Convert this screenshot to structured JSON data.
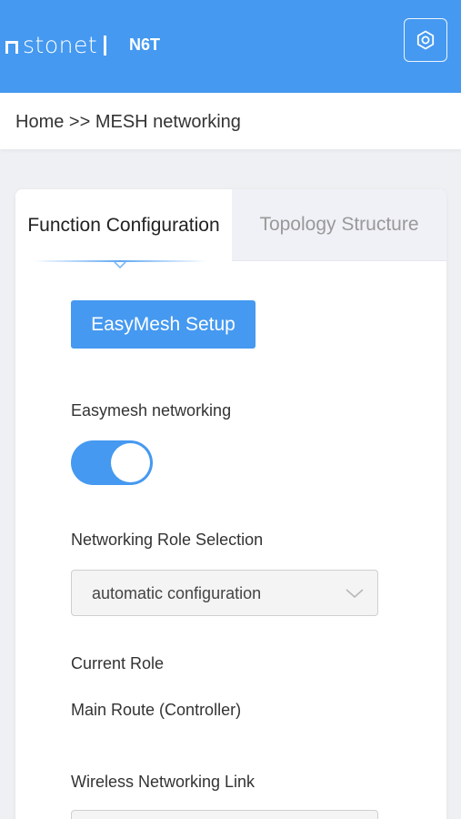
{
  "header": {
    "brand": "stonet",
    "model": "N6T",
    "settings_icon": "gear-icon"
  },
  "breadcrumb": "Home >> MESH networking",
  "tabs": [
    {
      "label": "Function Configuration",
      "active": true
    },
    {
      "label": "Topology Structure",
      "active": false
    }
  ],
  "setup_button": "EasyMesh Setup",
  "easymesh": {
    "label": "Easymesh networking",
    "enabled": true
  },
  "role_selection": {
    "label": "Networking Role Selection",
    "value": "automatic configuration"
  },
  "current_role": {
    "label": "Current Role",
    "value": "Main Route (Controller)"
  },
  "wireless_link": {
    "label": "Wireless Networking Link"
  },
  "colors": {
    "accent": "#4599f0",
    "page_bg": "#eef0f3"
  }
}
